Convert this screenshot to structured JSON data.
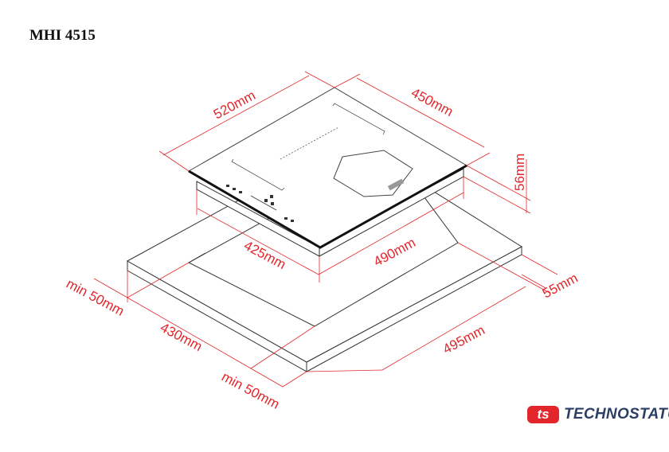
{
  "title": "MHI 4515",
  "dimensions": {
    "hob_width": "520mm",
    "hob_depth": "450mm",
    "hob_height": "56mm",
    "cutout_depth": "425mm",
    "cutout_width": "490mm",
    "edge_right": "55mm",
    "counter_width": "495mm",
    "edge_left": "min 50mm",
    "counter_depth": "430mm",
    "edge_front": "min 50mm"
  },
  "logo": {
    "mark": "ts",
    "name": "TECHNOSTATUS"
  },
  "colors": {
    "dimension": "#e3262b",
    "logo_red": "#e3262b",
    "logo_blue": "#2c3e63"
  }
}
